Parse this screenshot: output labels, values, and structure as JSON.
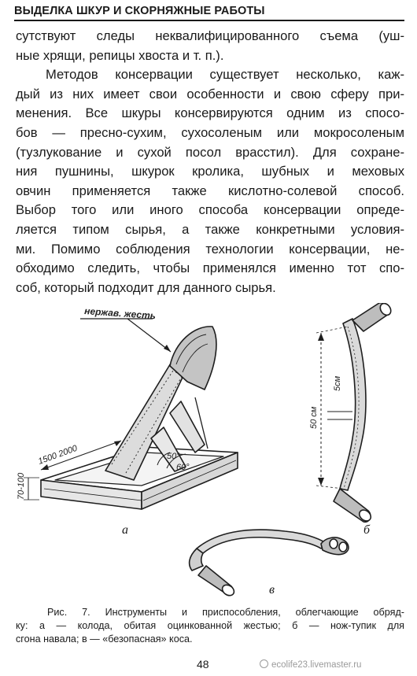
{
  "running_head": "ВЫДЕЛКА ШКУР И СКОРНЯЖНЫЕ РАБОТЫ",
  "body_lines": [
    "сутствуют следы неквалифицированного съема (уш-",
    "ные хрящи, репицы хвоста и т. п.).",
    "Методов консервации существует несколько, каж-",
    "дый из них имеет свои особенности и свою сферу при-",
    "менения. Все шкуры консервируются одним из спосо-",
    "бов — пресно-сухим, сухосоленым или мокросоленым",
    "(тузлукование и сухой посол врасстил). Для сохране-",
    "ния пушнины, шкурок кролика, шубных и меховых",
    "овчин применяется также кислотно-солевой способ.",
    "Выбор того или иного способа консервации опреде-",
    "ляется типом сырья, а также конкретными условия-",
    "ми. Помимо соблюдения технологии консервации, не-",
    "обходимо следить, чтобы применялся именно тот спо-",
    "соб, который подходит для данного сырья."
  ],
  "figure": {
    "annotations": {
      "material": "нержав. жесть",
      "length": "1500 2000",
      "height": "70-100",
      "angle_1": "50°",
      "angle_2": "60°",
      "blade_length": "50 см",
      "blade_width": "5см"
    },
    "labels": {
      "a": "а",
      "b": "б",
      "v": "в"
    }
  },
  "caption_lines": [
    "Рис. 7. Инструменты и приспособления, облегчающие обряд-",
    "ку: а — колода, обитая оцинкованной жестью; б — нож-тупик для",
    "сгона навала; в — «безопасная» коса."
  ],
  "page_number": "48",
  "watermark": "ecolife23.livemaster.ru"
}
